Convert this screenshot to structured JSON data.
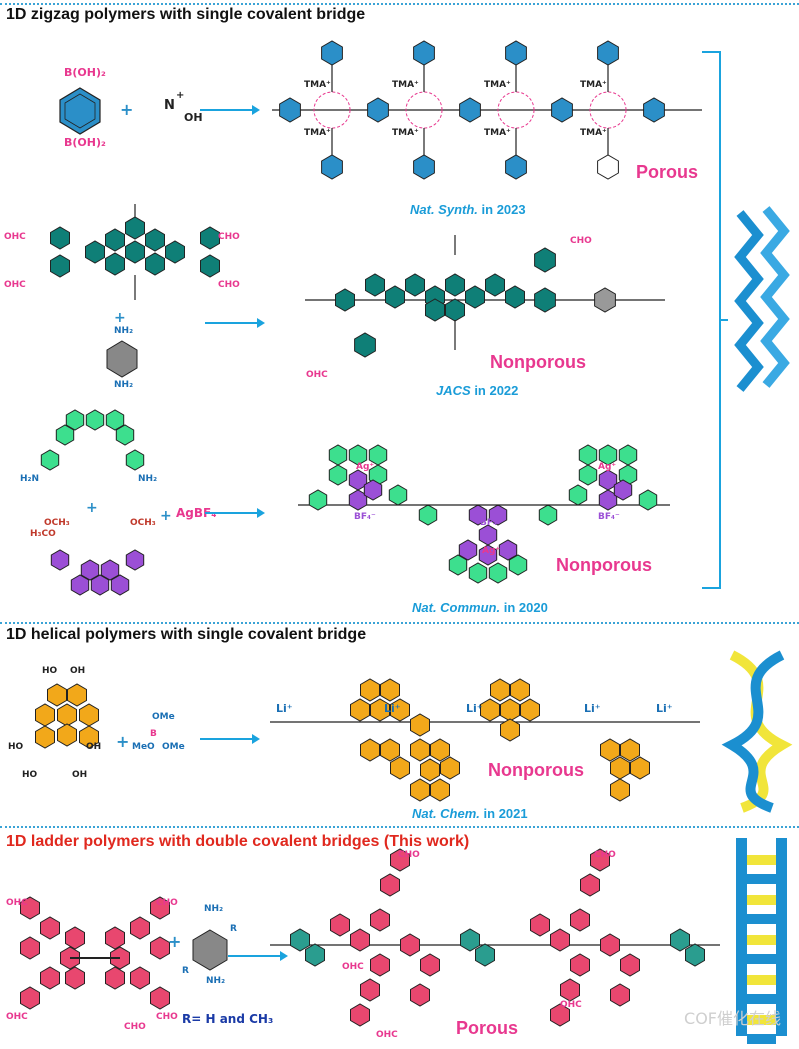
{
  "sections": [
    {
      "title": "1D zigzag polymers with single covalent bridge"
    },
    {
      "title": "1D helical polymers with single covalent bridge"
    },
    {
      "title": "1D ladder polymers with double covalent bridges (This work)"
    }
  ],
  "reactions": {
    "r1": {
      "monomer_a": "B(OH)₂",
      "monomer_a2": "B(OH)₂",
      "monomer_b": "N",
      "monomer_b_charge": "+",
      "hydroxide": "OH",
      "counter_ion": "TMA⁺",
      "journal": "Nat. Synth.",
      "year": "in 2023",
      "property": "Porous"
    },
    "r2": {
      "aldehyde": "OHC",
      "aldehyde_r": "CHO",
      "amine": "NH₂",
      "journal": "JACS",
      "year": "in 2022",
      "property": "Nonporous"
    },
    "r3": {
      "amine": "H₂N",
      "amine_r": "NH₂",
      "ether": "OCH₃",
      "ether_l": "H₃CO",
      "reagent": "AgBF₄",
      "counter_ion": "BF₄⁻",
      "metal": "Ag⁺",
      "journal": "Nat. Commun.",
      "year": "in 2020",
      "property": "Nonporous"
    },
    "r4": {
      "hydroxyl": "OH",
      "hydroxyl_l": "HO",
      "borate_me": "OMe",
      "borate_mel": "MeO",
      "cation": "Li⁺",
      "journal": "Nat. Chem.",
      "year": "in 2021",
      "property": "Nonporous"
    },
    "r5": {
      "aldehyde": "CHO",
      "aldehyde_l": "OHC",
      "amine": "NH₂",
      "substituent": "R",
      "r_definition": "R= H and CH₃",
      "property": "Porous"
    }
  },
  "watermark": "COF催化在线",
  "colors": {
    "section_rule": "#3aa3d6",
    "arrow": "#1aa3de",
    "citation": "#1a9cd8",
    "property": "#e8388f",
    "teal_aromatic": "#0f7f77",
    "blue_aromatic": "#2b8fc8",
    "green_aromatic": "#3ddf8e",
    "purple_aromatic": "#9b4fd6",
    "orange_aromatic": "#f2a81a",
    "pink_aromatic": "#e8476f",
    "ladder_title": "#e0281e"
  }
}
